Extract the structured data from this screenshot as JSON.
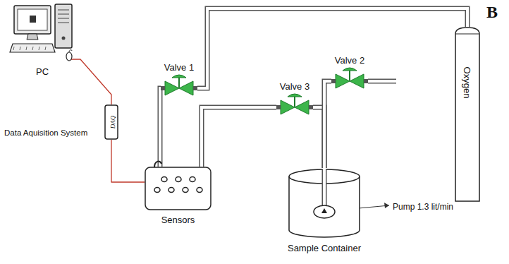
{
  "diagram": {
    "nodes": [
      {
        "text": [
          "PC"
        ]
      },
      {
        "text": [
          "DAQ"
        ]
      },
      {
        "text": [
          "Sensors"
        ]
      },
      {
        "text": [
          "Valve 1"
        ]
      },
      {
        "text": [
          "Valve 2"
        ]
      },
      {
        "text": [
          "Valve 3"
        ]
      },
      {
        "text": [
          "Oxygen"
        ]
      },
      {
        "text": [
          "Sample Container"
        ]
      }
    ],
    "edges": [
      {
        "from": 0,
        "to": 1,
        "arrow": "none"
      },
      {
        "from": 1,
        "to": 2,
        "arrow": "none"
      },
      {
        "from": 2,
        "to": 3,
        "arrow": "none"
      },
      {
        "from": 3,
        "to": 6,
        "arrow": "none"
      },
      {
        "from": 2,
        "to": 5,
        "arrow": "none"
      },
      {
        "from": 5,
        "to": 7,
        "arrow": "none"
      },
      {
        "from": 4,
        "to": 7,
        "arrow": "none"
      }
    ],
    "labels": [
      "B",
      "Data Aquisition System",
      "Pump 1.3 lit/min"
    ]
  }
}
